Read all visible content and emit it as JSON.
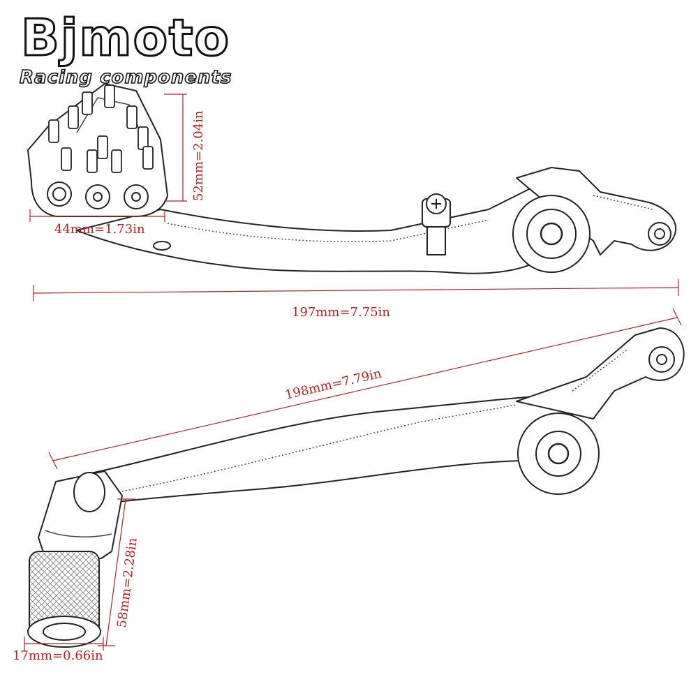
{
  "logo": {
    "brand": "Bjmoto",
    "tagline": "Racing components"
  },
  "colors": {
    "dimension": "#b22222",
    "outline": "#222222"
  },
  "dimensions": {
    "pad_height": "52mm=2.04in",
    "pad_width": "44mm=1.73in",
    "brake_length": "197mm=7.75in",
    "shift_length": "198mm=7.79in",
    "peg_height": "58mm=2.28in",
    "peg_diameter": "17mm=0.66in"
  }
}
